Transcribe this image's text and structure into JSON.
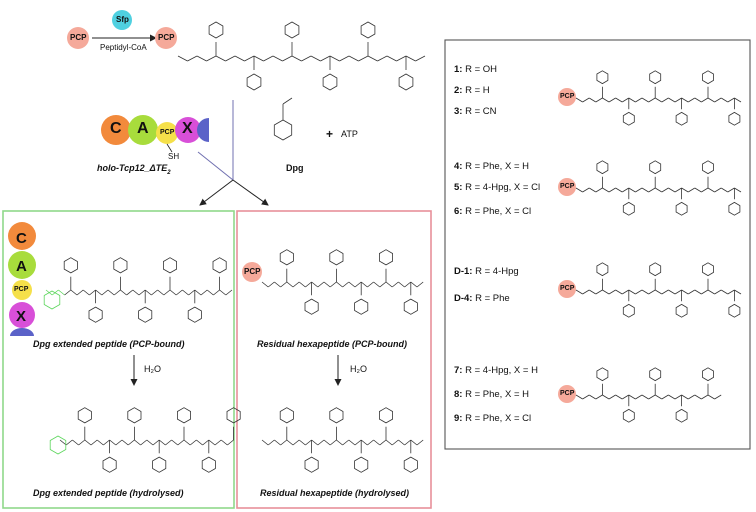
{
  "top": {
    "pcp_label": "PCP",
    "sfp_label": "Sfp",
    "cofactor_label": "Peptidyl-CoA"
  },
  "module": {
    "domains": [
      "C",
      "A",
      "PCP",
      "X"
    ],
    "sh_label": "SH",
    "name": "holo-Tcp12_ΔTE",
    "name_sub": "2"
  },
  "substrate": {
    "name": "Dpg",
    "plus": "+",
    "atp": "ATP"
  },
  "left_box": {
    "title_bound": "Dpg extended peptide (PCP-bound)",
    "reagent": "H₂O",
    "title_hydrolysed": "Dpg extended peptide (hydrolysed)"
  },
  "middle_box": {
    "title_bound": "Residual hexapeptide (PCP-bound)",
    "reagent": "H₂O",
    "title_hydrolysed": "Residual hexapeptide (hydrolysed)"
  },
  "legend": {
    "groups": [
      {
        "items": [
          {
            "num": "1:",
            "text": " R = OH"
          },
          {
            "num": "2:",
            "text": " R = H"
          },
          {
            "num": "3:",
            "text": " R = CN"
          }
        ]
      },
      {
        "items": [
          {
            "num": "4:",
            "text": " R = Phe, X = H"
          },
          {
            "num": "5:",
            "text": " R = 4-Hpg, X = Cl"
          },
          {
            "num": "6:",
            "text": " R = Phe, X = Cl"
          }
        ]
      },
      {
        "items": [
          {
            "num": "D-1:",
            "text": " R = 4-Hpg"
          },
          {
            "num": "D-4:",
            "text": " R = Phe"
          }
        ]
      },
      {
        "items": [
          {
            "num": "7:",
            "text": " R = 4-Hpg, X = H"
          },
          {
            "num": "8:",
            "text": " R = Phe, X = H"
          },
          {
            "num": "9:",
            "text": " R = Phe, X = Cl"
          }
        ]
      }
    ],
    "pcp_label": "PCP"
  },
  "colors": {
    "pcp": "#f5a99a",
    "sfp": "#4fd0e0",
    "c_domain": "#f28a3c",
    "a_domain": "#a8dc3c",
    "pcp_domain": "#f5e04a",
    "x_domain": "#d84fd8",
    "blue_domain": "#5b62c8",
    "green_box": "#8fd88a",
    "red_box": "#e8909a",
    "dpg_green": "#5cd65c",
    "grey_box": "#555555"
  }
}
